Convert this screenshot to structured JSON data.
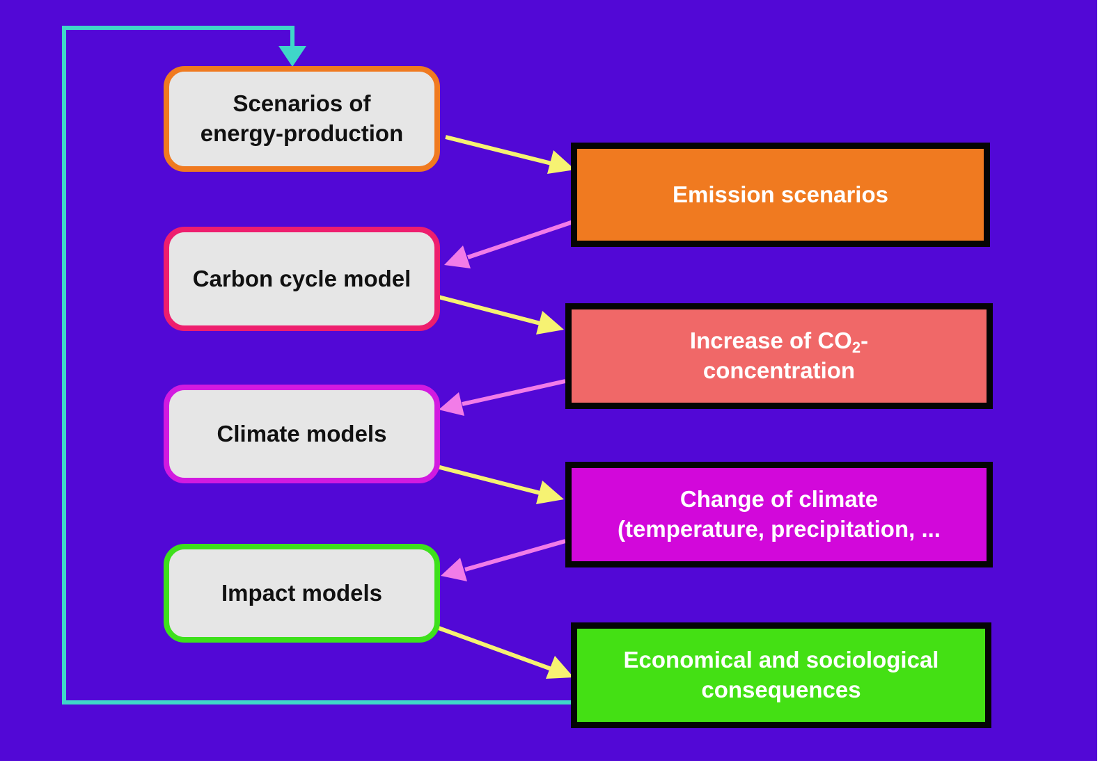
{
  "colors": {
    "background": "#5208d6",
    "feedback_arrow": "#3fd6c8",
    "forward_arrow": "#f6f272",
    "back_arrow": "#f27ce8",
    "model_fill": "#e6e6e6"
  },
  "models": [
    {
      "id": "energy",
      "label": "Scenarios of\nenergy-production",
      "border": "#f07a20"
    },
    {
      "id": "carbon",
      "label": "Carbon cycle model",
      "border": "#ee1e6e"
    },
    {
      "id": "climate",
      "label": "Climate models",
      "border": "#d21ae0"
    },
    {
      "id": "impact",
      "label": "Impact models",
      "border": "#3ee01c"
    }
  ],
  "outputs": [
    {
      "id": "emission",
      "label": "Emission scenarios",
      "fill": "#f07a20"
    },
    {
      "id": "co2",
      "label_line1_pre": "Increase of CO",
      "label_sub": "2",
      "label_line1_post": "-",
      "label_line2": "concentration",
      "fill": "#f06868"
    },
    {
      "id": "change",
      "label": "Change of climate\n(temperature, precipitation, ...",
      "fill": "#d208da"
    },
    {
      "id": "consequences",
      "label": "Economical and sociological\nconsequences",
      "fill": "#44e014"
    }
  ]
}
